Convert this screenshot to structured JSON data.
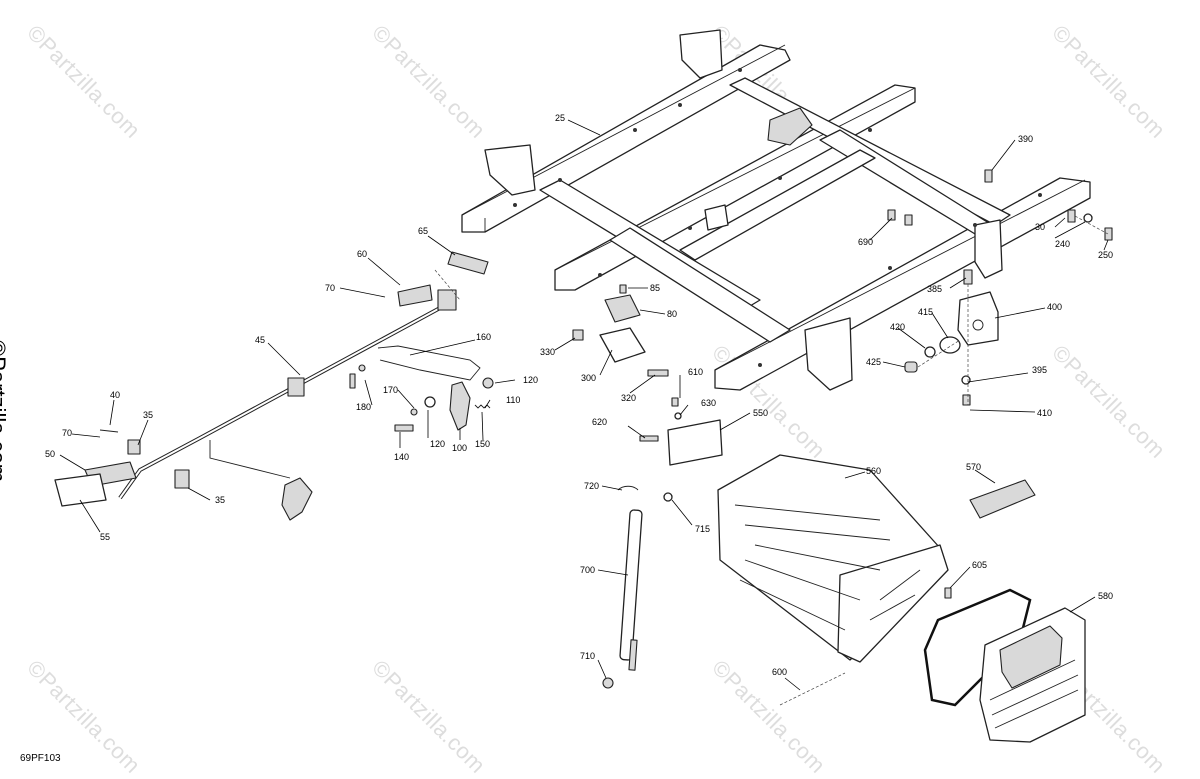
{
  "diagram_code": "69PF103",
  "watermark_text": "©Partzilla.com",
  "side_watermark_text": "©Partzilla.com",
  "parts": {
    "p25": "25",
    "p30": "30",
    "p35a": "35",
    "p35b": "35",
    "p40": "40",
    "p45": "45",
    "p50": "50",
    "p55": "55",
    "p60": "60",
    "p65": "65",
    "p70a": "70",
    "p70b": "70",
    "p80": "80",
    "p85": "85",
    "p100": "100",
    "p110": "110",
    "p120a": "120",
    "p120b": "120",
    "p140": "140",
    "p150": "150",
    "p160": "160",
    "p170": "170",
    "p180": "180",
    "p240": "240",
    "p250": "250",
    "p300": "300",
    "p320": "320",
    "p330": "330",
    "p385": "385",
    "p390": "390",
    "p395": "395",
    "p400": "400",
    "p410": "410",
    "p415": "415",
    "p420": "420",
    "p425": "425",
    "p550": "550",
    "p560": "560",
    "p570": "570",
    "p580": "580",
    "p600": "600",
    "p605": "605",
    "p610": "610",
    "p620": "620",
    "p630": "630",
    "p690": "690",
    "p700": "700",
    "p710": "710",
    "p715": "715",
    "p720": "720"
  }
}
